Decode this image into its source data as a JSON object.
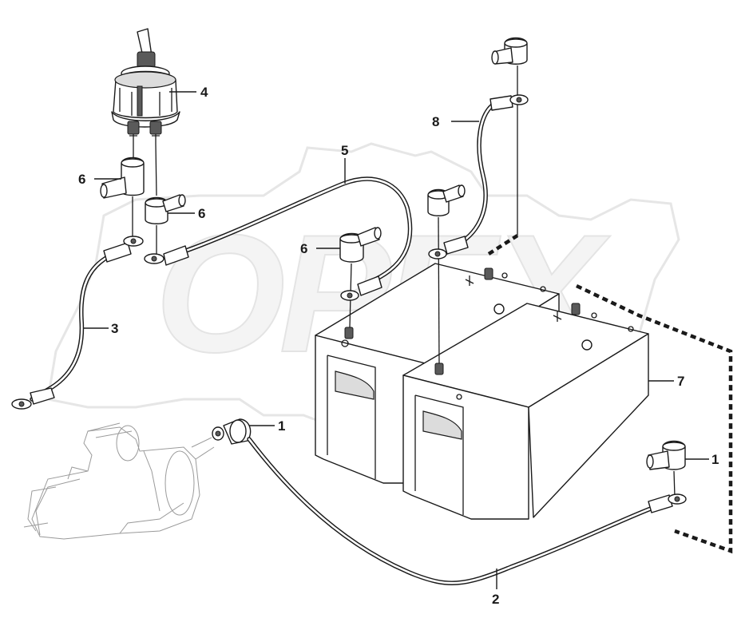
{
  "labels": {
    "terminal_cap_starter": "1",
    "terminal_cap_battery": "1",
    "cable_starter": "2",
    "cable_switch_ground": "3",
    "battery_switch": "4",
    "cable_switch_battery": "5",
    "cap_switch_left": "6",
    "cap_switch_right": "6",
    "cap_cable_end": "6",
    "batteries": "7",
    "cable_battery_link": "8"
  },
  "watermark": "OPEX"
}
